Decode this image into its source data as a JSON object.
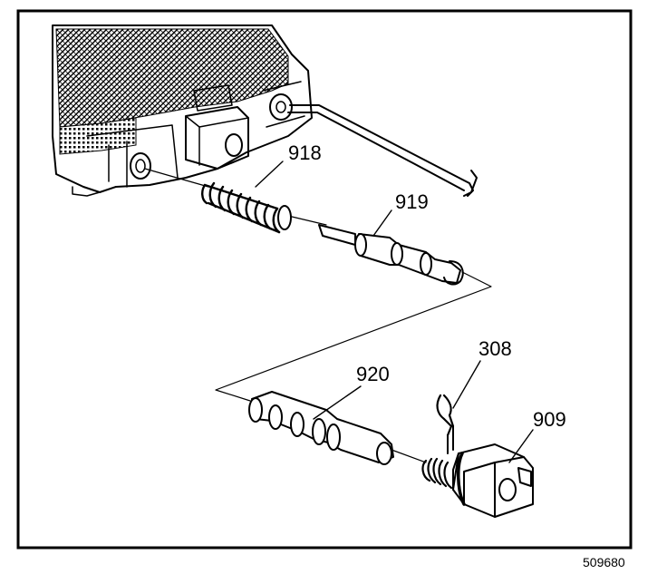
{
  "callouts": {
    "c918": "918",
    "c919": "919",
    "c920": "920",
    "c308": "308",
    "c909": "909"
  },
  "figure_id": "509680"
}
